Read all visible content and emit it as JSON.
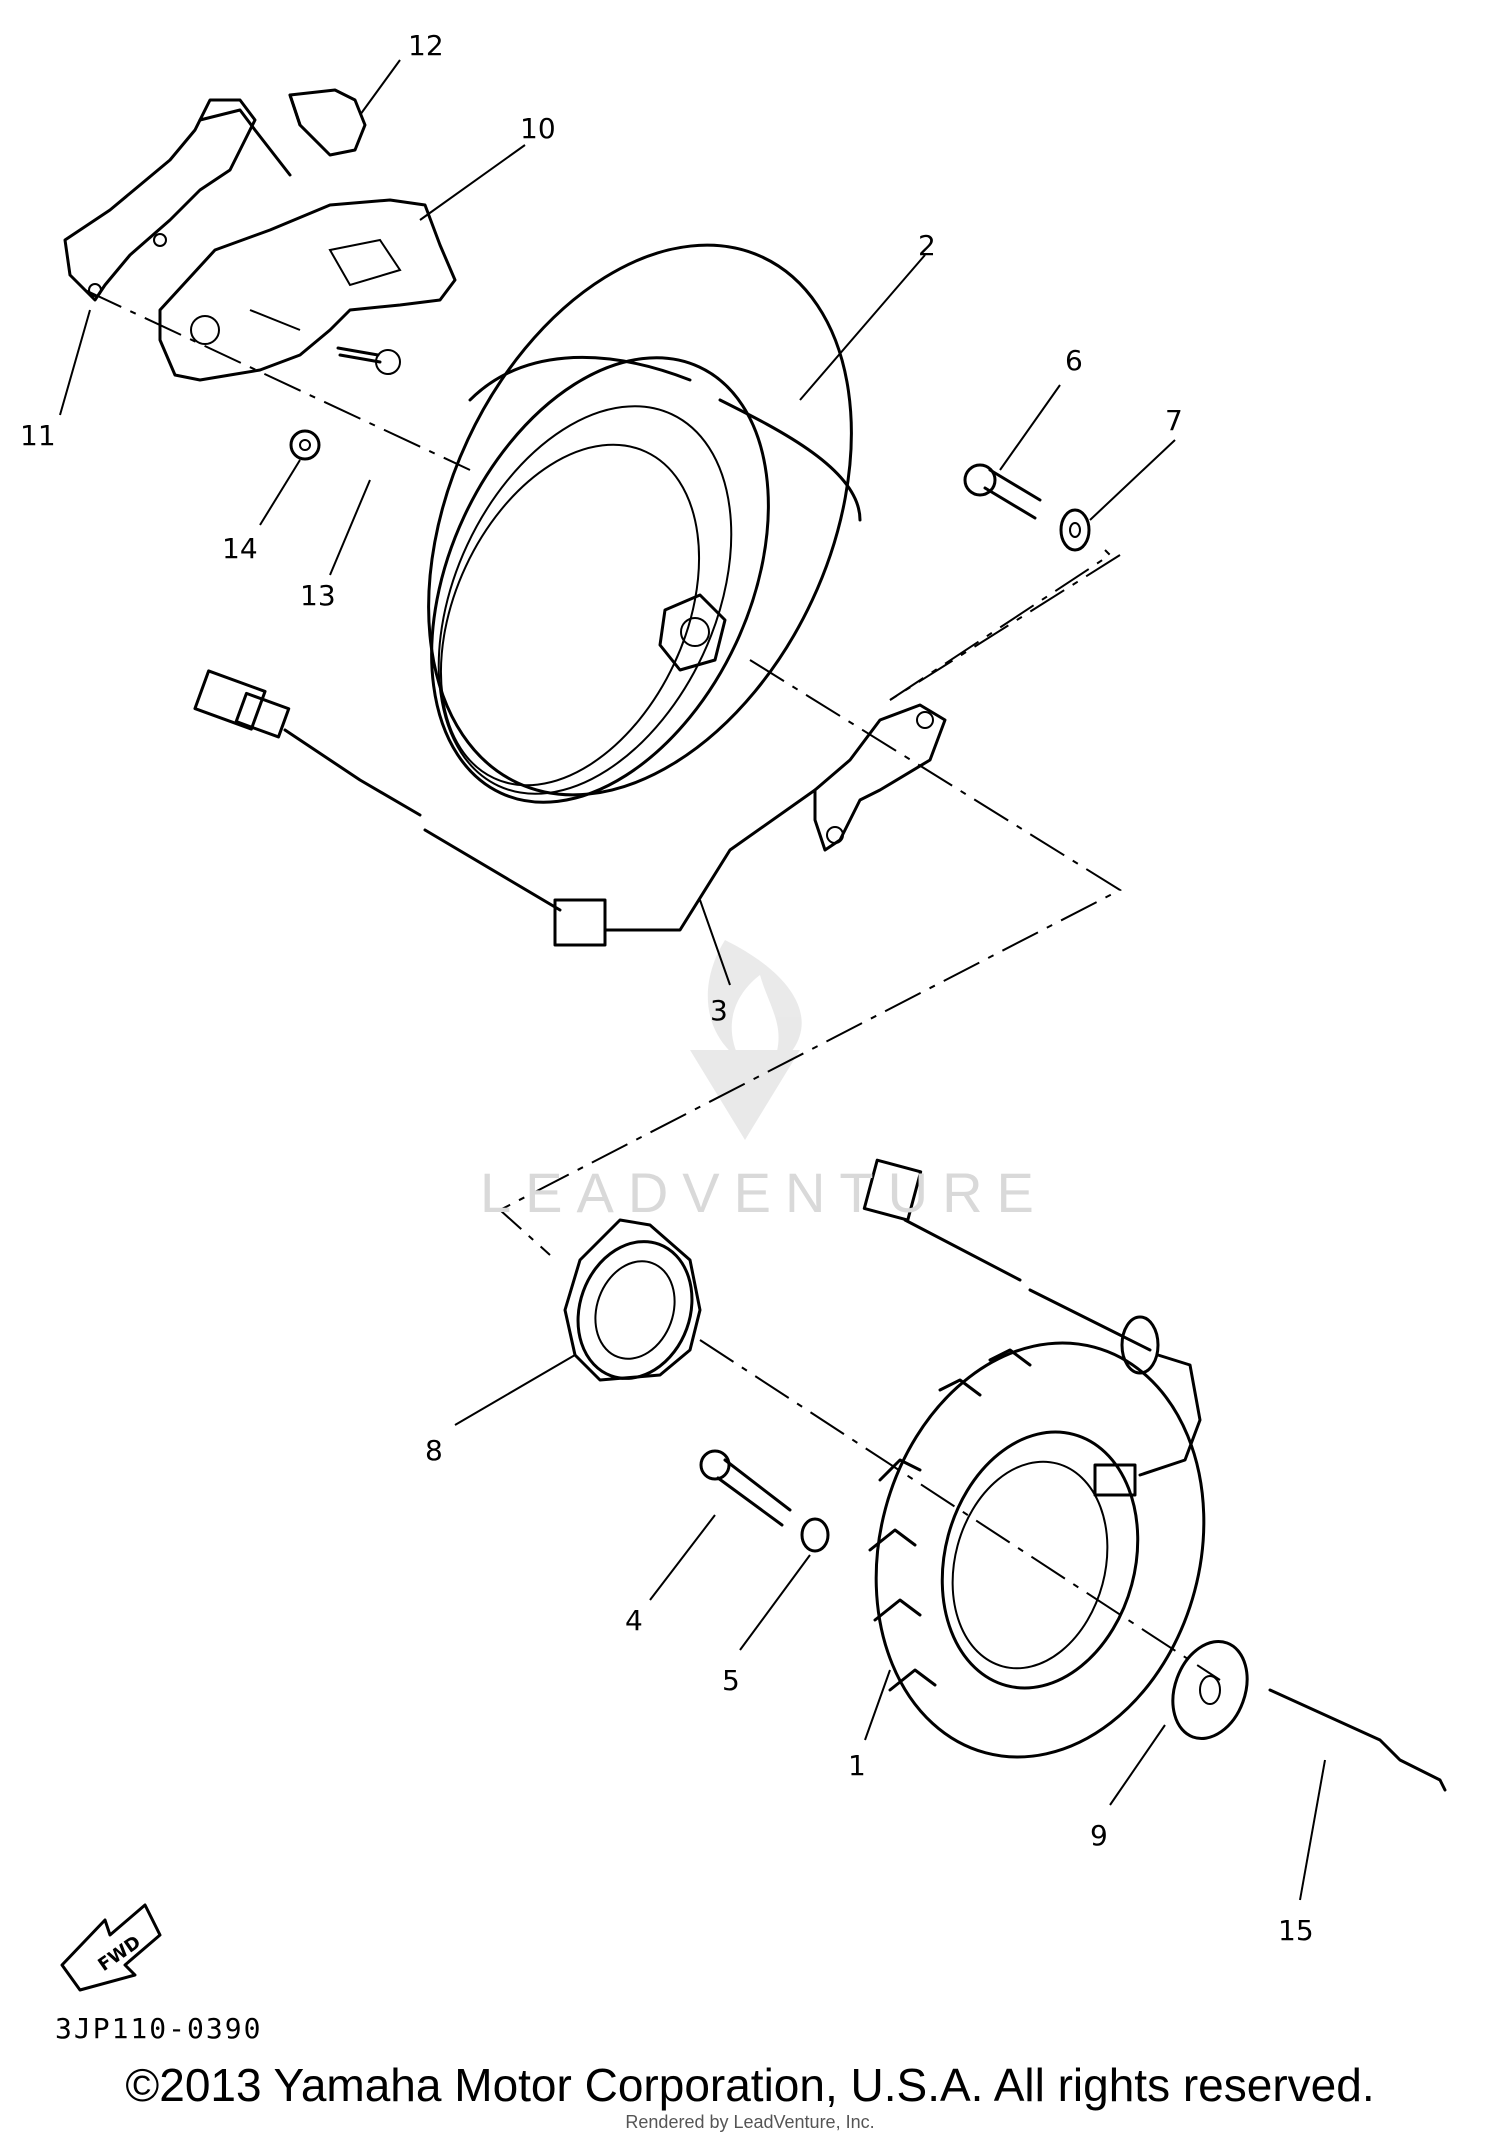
{
  "diagram": {
    "part_numbers": [
      "1",
      "2",
      "3",
      "4",
      "5",
      "6",
      "7",
      "8",
      "9",
      "10",
      "11",
      "12",
      "13",
      "14",
      "15"
    ],
    "direction_badge": "FWD",
    "figure_code": "3JP110-0390",
    "watermark": "LEADVENTURE",
    "copyright": "©2013 Yamaha Motor Corporation, U.S.A. All rights reserved.",
    "rendered_by": "Rendered by LeadVenture, Inc."
  },
  "colors": {
    "ink": "#000000",
    "watermark": "#d9d9d9"
  },
  "icons": [
    "fwd-arrow-icon",
    "leadventure-logo-icon"
  ]
}
